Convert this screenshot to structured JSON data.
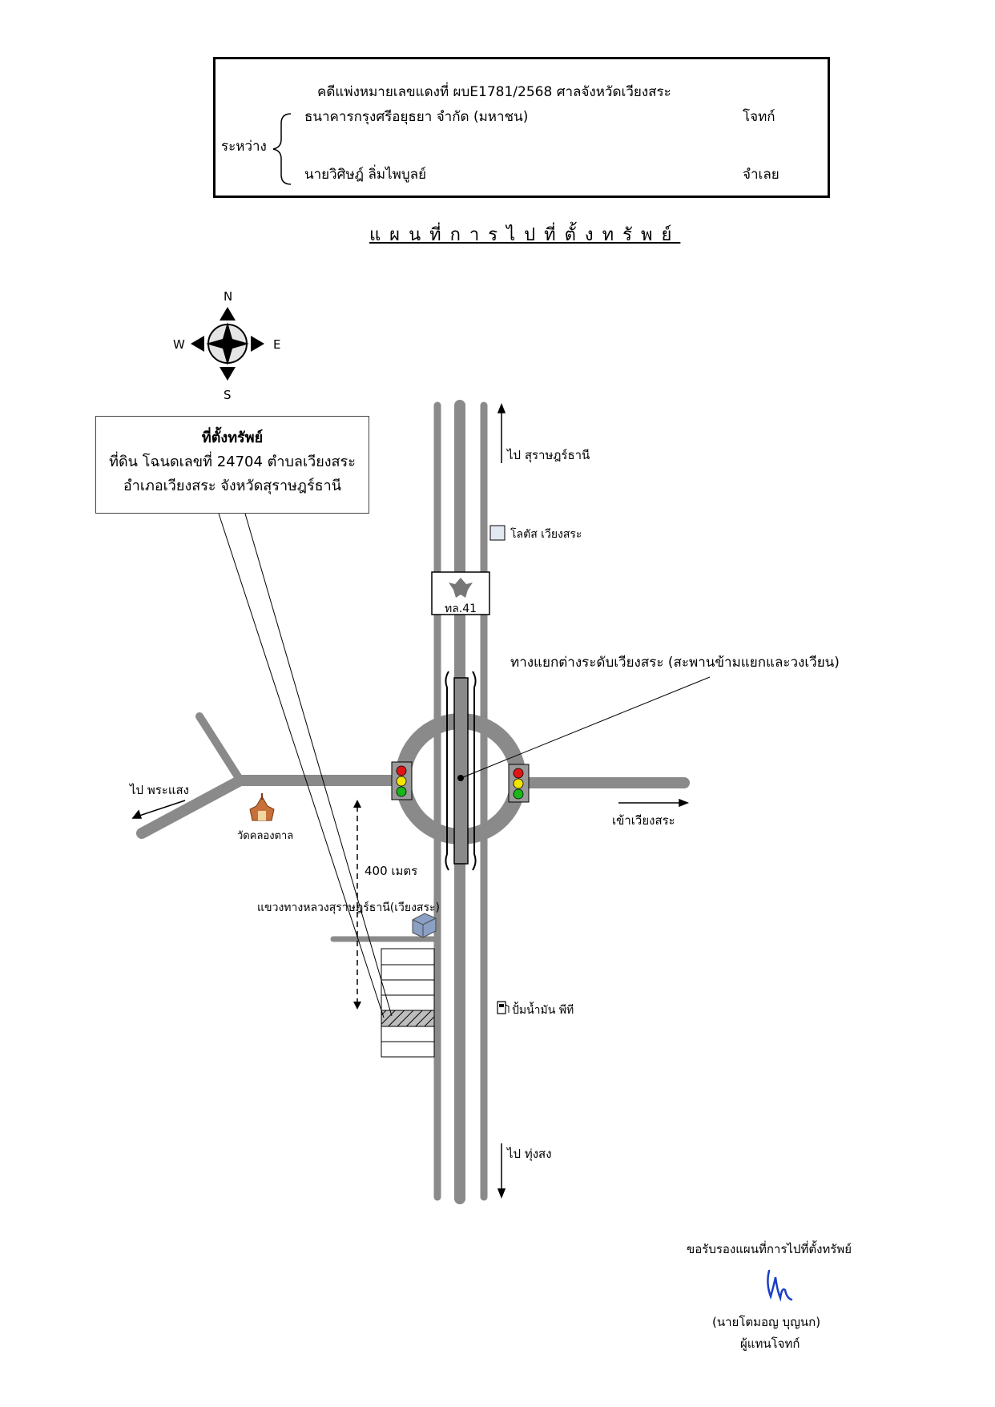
{
  "case_header": {
    "case_line": "คดีแพ่งหมายเลขแดงที่  ผบE1781/2568   ศาลจังหวัดเวียงสระ",
    "between_label": "ระหว่าง",
    "plaintiff_name": "ธนาคารกรุงศรีอยุธยา จำกัด (มหาชน)",
    "plaintiff_role": "โจทก์",
    "defendant_name": "นายวิศิษฎ์  ลิ่มไพบูลย์",
    "defendant_role": "จำเลย"
  },
  "map_title": "แผนที่การไปที่ตั้งทรัพย์",
  "compass": {
    "n": "N",
    "s": "S",
    "e": "E",
    "w": "W"
  },
  "property_box": {
    "heading": "ที่ตั้งทรัพย์",
    "line1": "ที่ดิน โฉนดเลขที่ 24704 ตำบลเวียงสระ",
    "line2": "อำเภอเวียงสระ  จังหวัดสุราษฎร์ธานี"
  },
  "labels": {
    "to_surat": "ไป สุราษฎร์ธานี",
    "lotus": "โลตัส เวียงสระ",
    "highway_office": "ทล.41",
    "interchange": "ทางแยกต่างระดับเวียงสระ (สะพานข้ามแยกและวงเวียน)",
    "to_phrasaeng": "ไป พระแสง",
    "temple": "วัดคลองตาล",
    "to_wiang_sa": "เข้าเวียงสระ",
    "distance": "400 เมตร",
    "highway_district": "แขวงทางหลวงสุราษฎร์ธานี(เวียงสระ)",
    "gas_station": "ปั้มน้ำมัน พีที",
    "to_thung_song": "ไป ทุ่งสง"
  },
  "certification": {
    "text": "ขอรับรองแผนที่การไปที่ตั้งทรัพย์",
    "name": "(นายโตมอญ    บุญนก)",
    "role": "ผู้แทนโจทก์"
  },
  "colors": {
    "road": "#8a8a8a",
    "signature_ink": "#1a3fc9",
    "traffic_red": "#e01515",
    "traffic_yellow": "#f2e600",
    "traffic_green": "#18b818"
  }
}
